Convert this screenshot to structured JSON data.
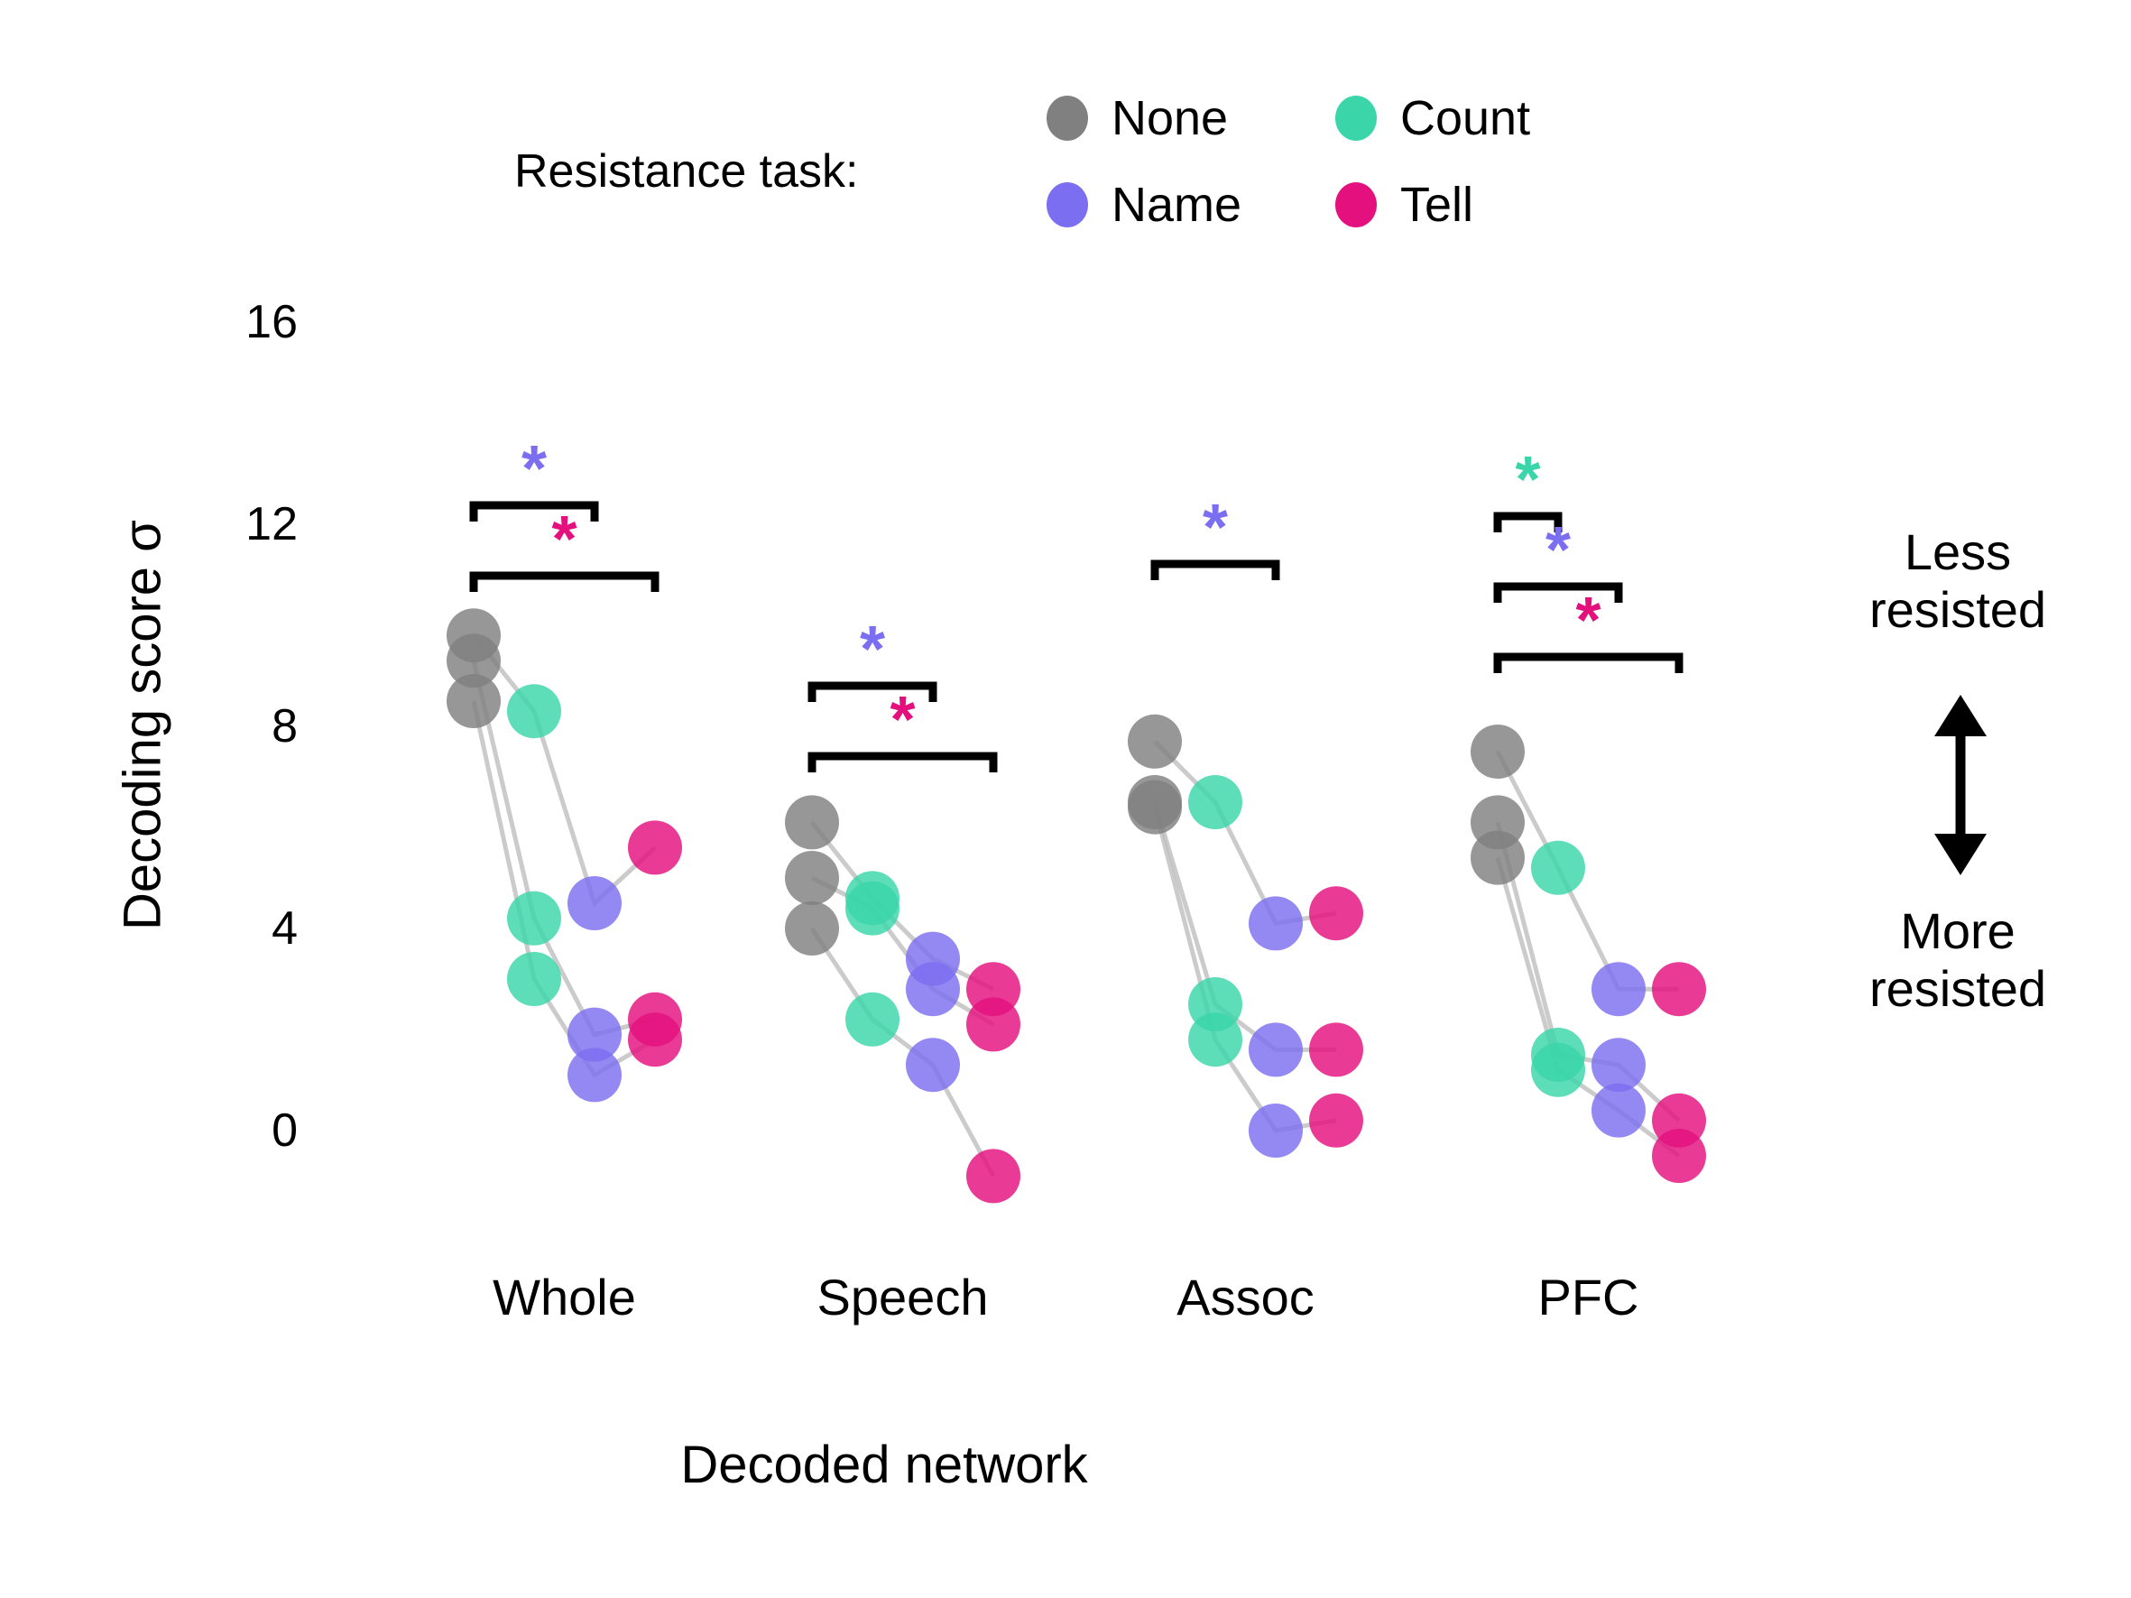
{
  "legend": {
    "title": "Resistance task:",
    "items": [
      {
        "label": "None",
        "color": "#808080",
        "col": 0,
        "row": 0
      },
      {
        "label": "Count",
        "color": "#3ad6aa",
        "col": 1,
        "row": 0
      },
      {
        "label": "Name",
        "color": "#7c6ef0",
        "col": 0,
        "row": 1
      },
      {
        "label": "Tell",
        "color": "#e4107e",
        "col": 1,
        "row": 1
      }
    ]
  },
  "annotations": {
    "less_resisted": "Less\nresisted",
    "more_resisted": "More\nresisted",
    "arrow_icon": "double-headed-vertical-arrow"
  },
  "chart_data": {
    "type": "scatter",
    "title": "",
    "xlabel": "Decoded network",
    "ylabel": "Decoding score σ",
    "categories": [
      "Whole",
      "Speech",
      "Assoc",
      "PFC"
    ],
    "yticks": [
      0,
      4,
      8,
      12,
      16
    ],
    "ylim": [
      -2.2,
      16.8
    ],
    "grid": false,
    "legend_position": "top-center",
    "series_colors": {
      "None": "#808080",
      "Count": "#3ad6aa",
      "Name": "#7c6ef0",
      "Tell": "#e4107e"
    },
    "series_order": [
      "None",
      "Count",
      "Name",
      "Tell"
    ],
    "subject_count": 3,
    "note": "Paired subject-level points connected by light gray lines within each network group",
    "groups": [
      {
        "category": "Whole",
        "values": {
          "None": [
            9.8,
            9.3,
            8.5
          ],
          "Count": [
            8.3,
            4.2,
            3.0
          ],
          "Name": [
            4.5,
            1.9,
            1.1
          ],
          "Tell": [
            5.6,
            2.2,
            1.8
          ]
        },
        "significance": [
          {
            "from": "None",
            "to": "Name",
            "marker": "*",
            "color": "#7c6ef0"
          },
          {
            "from": "None",
            "to": "Tell",
            "marker": "*",
            "color": "#e4107e"
          }
        ]
      },
      {
        "category": "Speech",
        "values": {
          "None": [
            6.1,
            5.0,
            4.0
          ],
          "Count": [
            4.6,
            4.4,
            2.2
          ],
          "Name": [
            3.4,
            2.8,
            1.3
          ],
          "Tell": [
            2.8,
            2.1,
            -0.9
          ]
        },
        "significance": [
          {
            "from": "None",
            "to": "Name",
            "marker": "*",
            "color": "#7c6ef0"
          },
          {
            "from": "None",
            "to": "Tell",
            "marker": "*",
            "color": "#e4107e"
          }
        ]
      },
      {
        "category": "Assoc",
        "values": {
          "None": [
            7.7,
            6.5,
            6.4
          ],
          "Count": [
            6.5,
            2.5,
            1.8
          ],
          "Name": [
            4.1,
            1.6,
            0.0
          ],
          "Tell": [
            4.3,
            1.6,
            0.2
          ]
        },
        "significance": [
          {
            "from": "None",
            "to": "Name",
            "marker": "*",
            "color": "#7c6ef0"
          }
        ]
      },
      {
        "category": "PFC",
        "values": {
          "None": [
            7.5,
            6.1,
            5.4
          ],
          "Count": [
            5.2,
            1.5,
            1.2
          ],
          "Name": [
            2.8,
            1.3,
            0.4
          ],
          "Tell": [
            2.8,
            0.2,
            -0.5
          ]
        },
        "significance": [
          {
            "from": "None",
            "to": "Count",
            "marker": "*",
            "color": "#3ad6aa"
          },
          {
            "from": "None",
            "to": "Name",
            "marker": "*",
            "color": "#7c6ef0"
          },
          {
            "from": "None",
            "to": "Tell",
            "marker": "*",
            "color": "#e4107e"
          }
        ]
      }
    ]
  }
}
